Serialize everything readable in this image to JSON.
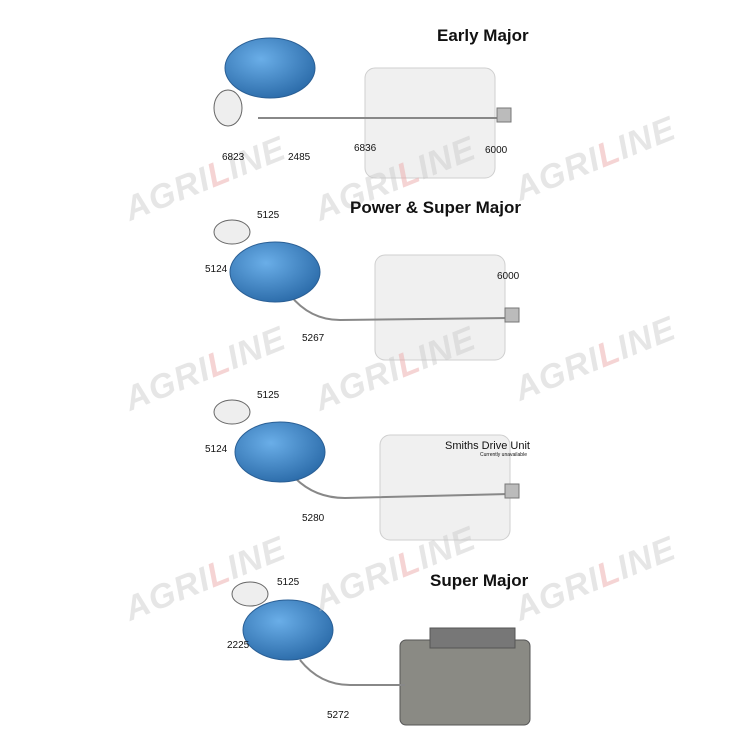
{
  "watermark": "AGRILINE",
  "colors": {
    "tank": "#3f86c8",
    "engine": "#d8d8d8",
    "pump": "#8a8a84"
  },
  "sections": [
    {
      "title": "Early Major",
      "labels": [
        "6823",
        "2485",
        "6836",
        "6000"
      ]
    },
    {
      "title": "Power & Super Major",
      "labels": [
        "5125",
        "5124",
        "5267",
        "6000"
      ]
    },
    {
      "title": "",
      "labels": [
        "5125",
        "5124",
        "5280"
      ],
      "unit": "Smiths Drive Unit",
      "unit_note": "Currently unavailable"
    },
    {
      "title": "Super Major",
      "labels": [
        "5125",
        "2225",
        "5272"
      ]
    }
  ]
}
